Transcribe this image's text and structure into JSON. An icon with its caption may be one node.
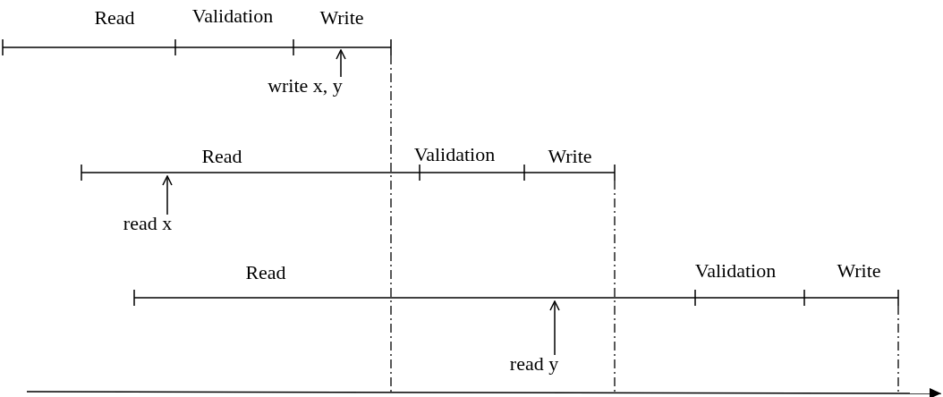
{
  "diagram": {
    "nodes": [
      {
        "text": [
          "write x, y"
        ]
      },
      {
        "text": [
          "read x"
        ]
      },
      {
        "text": [
          "read y"
        ]
      }
    ],
    "edges": [
      {
        "from": 0,
        "to": null,
        "arrow": "to"
      },
      {
        "from": 1,
        "to": null,
        "arrow": "to"
      },
      {
        "from": 2,
        "to": null,
        "arrow": "to"
      }
    ],
    "labels": [
      "Read",
      "Validation",
      "Write",
      "Read",
      "Validation",
      "Write",
      "Read",
      "Validation",
      "Write"
    ]
  }
}
